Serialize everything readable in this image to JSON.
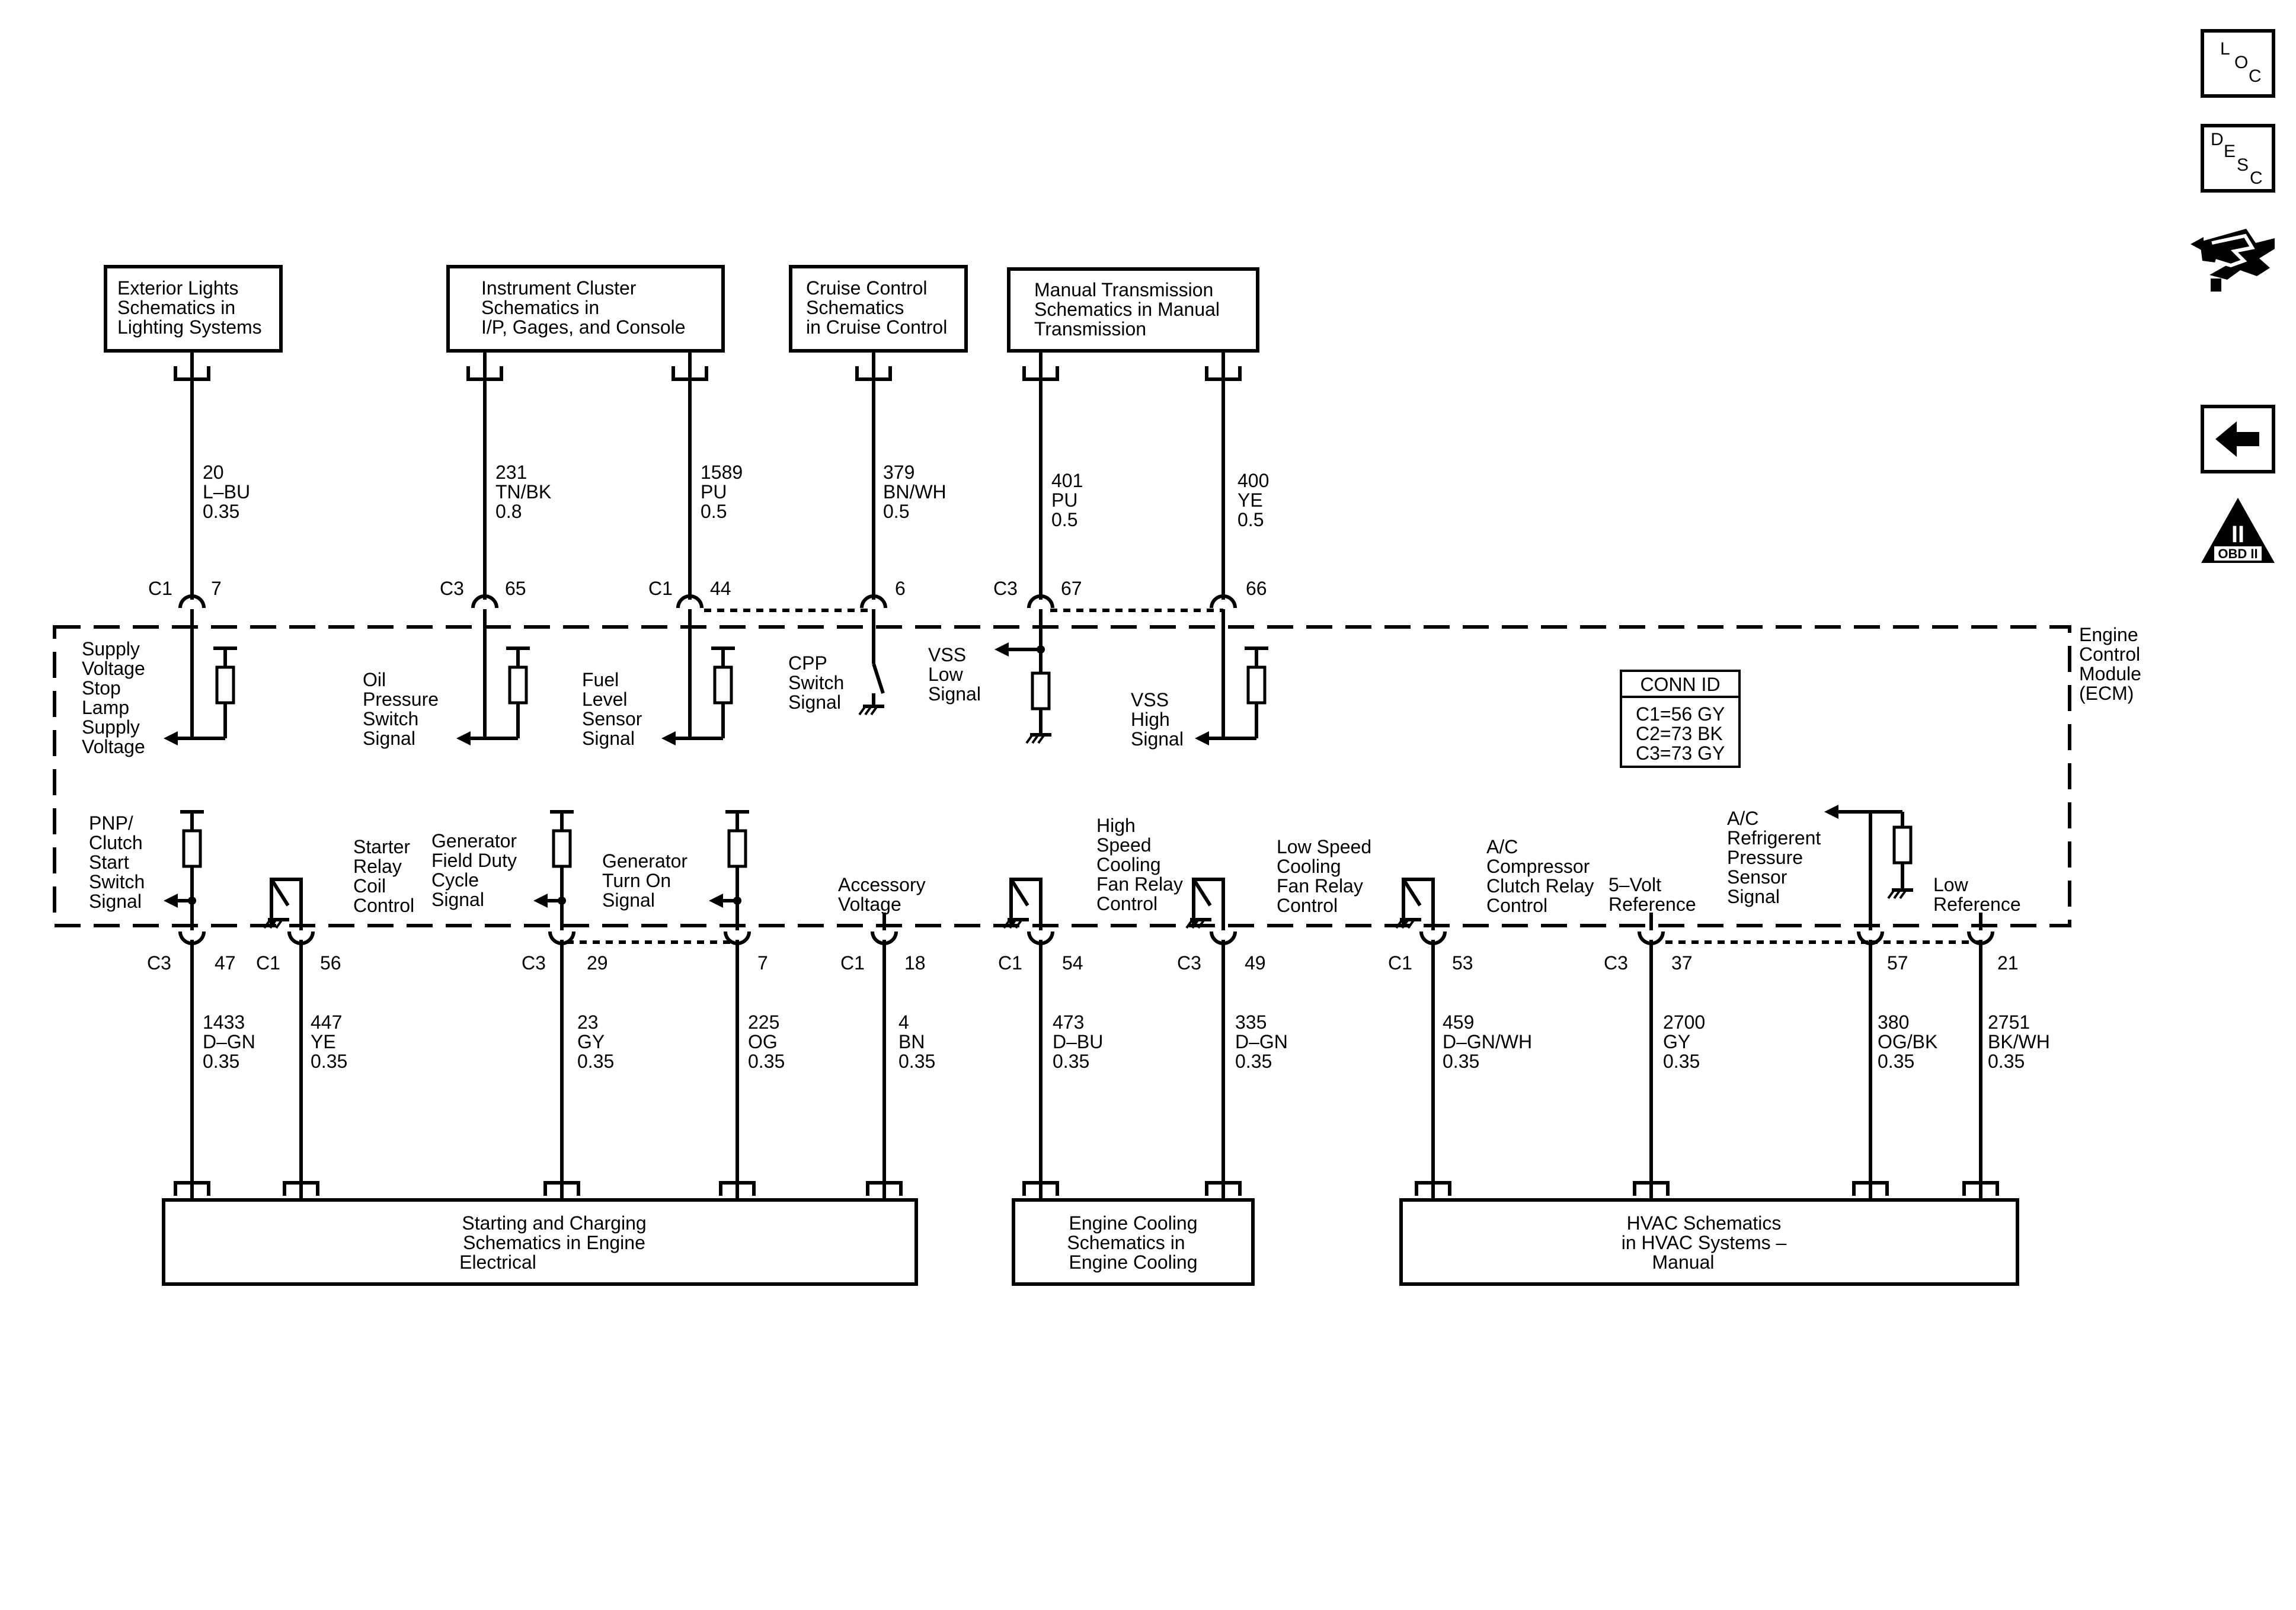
{
  "module": {
    "label": [
      "Engine",
      "Control",
      "Module",
      "(ECM)"
    ],
    "conn_id": {
      "title": "CONN ID",
      "lines": [
        "C1=56 GY",
        "C2=73 BK",
        "C3=73 GY"
      ]
    }
  },
  "top_boxes": [
    {
      "id": "ext",
      "lines": [
        "Exterior Lights",
        "Schematics in",
        "Lighting Systems"
      ]
    },
    {
      "id": "ic",
      "lines": [
        "Instrument Cluster",
        "Schematics in",
        "I/P, Gages, and Console"
      ]
    },
    {
      "id": "cc",
      "lines": [
        "Cruise Control",
        "Schematics",
        "in Cruise Control"
      ]
    },
    {
      "id": "mt",
      "lines": [
        "Manual Transmission",
        "Schematics in Manual",
        "Transmission"
      ]
    }
  ],
  "bottom_boxes": [
    {
      "id": "sc",
      "lines": [
        "Starting and Charging",
        "Schematics in Engine",
        "Electrical"
      ]
    },
    {
      "id": "ec",
      "lines": [
        "Engine Cooling",
        "Schematics in",
        "Engine Cooling"
      ]
    },
    {
      "id": "hv",
      "lines": [
        "HVAC Schematics",
        "in HVAC Systems –",
        "Manual"
      ]
    }
  ],
  "top_circuits": [
    {
      "connector": "C1",
      "pin": "7",
      "wire": [
        "20",
        "L–BU",
        "0.35"
      ],
      "signal": [
        "Supply",
        "Voltage",
        "Stop",
        "Lamp",
        "Supply",
        "Voltage"
      ]
    },
    {
      "connector": "C3",
      "pin": "65",
      "wire": [
        "231",
        "TN/BK",
        "0.8"
      ],
      "signal": [
        "Oil",
        "Pressure",
        "Switch",
        "Signal"
      ]
    },
    {
      "connector": "C1",
      "pin": "44",
      "wire": [
        "1589",
        "PU",
        "0.5"
      ],
      "signal": [
        "Fuel",
        "Level",
        "Sensor",
        "Signal"
      ]
    },
    {
      "connector": "",
      "pin": "6",
      "wire": [
        "379",
        "BN/WH",
        "0.5"
      ],
      "signal": [
        "CPP",
        "Switch",
        "Signal"
      ]
    },
    {
      "connector": "C3",
      "pin": "67",
      "wire": [
        "401",
        "PU",
        "0.5"
      ],
      "signal": [
        "VSS",
        "Low",
        "Signal"
      ]
    },
    {
      "connector": "",
      "pin": "66",
      "wire": [
        "400",
        "YE",
        "0.5"
      ],
      "signal": [
        "VSS",
        "High",
        "Signal"
      ]
    }
  ],
  "bottom_circuits": [
    {
      "connector": "C3",
      "pin": "47",
      "wire": [
        "1433",
        "D–GN",
        "0.35"
      ],
      "signal": [
        "PNP/",
        "Clutch",
        "Start",
        "Switch",
        "Signal"
      ]
    },
    {
      "connector": "C1",
      "pin": "56",
      "wire": [
        "447",
        "YE",
        "0.35"
      ],
      "signal": [
        "Starter",
        "Relay",
        "Coil",
        "Control"
      ]
    },
    {
      "connector": "C3",
      "pin": "29",
      "wire": [
        "23",
        "GY",
        "0.35"
      ],
      "signal": [
        "Generator",
        "Field Duty",
        "Cycle",
        "Signal"
      ]
    },
    {
      "connector": "",
      "pin": "7",
      "wire": [
        "225",
        "OG",
        "0.35"
      ],
      "signal": [
        "Generator",
        "Turn On",
        "Signal"
      ]
    },
    {
      "connector": "C1",
      "pin": "18",
      "wire": [
        "4",
        "BN",
        "0.35"
      ],
      "signal": [
        "Accessory",
        "Voltage"
      ]
    },
    {
      "connector": "C1",
      "pin": "54",
      "wire": [
        "473",
        "D–BU",
        "0.35"
      ],
      "signal": [
        "High",
        "Speed",
        "Cooling",
        "Fan Relay",
        "Control"
      ]
    },
    {
      "connector": "C3",
      "pin": "49",
      "wire": [
        "335",
        "D–GN",
        "0.35"
      ],
      "signal": [
        "Low Speed",
        "Cooling",
        "Fan Relay",
        "Control"
      ]
    },
    {
      "connector": "C1",
      "pin": "53",
      "wire": [
        "459",
        "D–GN/WH",
        "0.35"
      ],
      "signal": [
        "A/C",
        "Compressor",
        "Clutch Relay",
        "Control"
      ]
    },
    {
      "connector": "C3",
      "pin": "37",
      "wire": [
        "2700",
        "GY",
        "0.35"
      ],
      "signal": [
        "5–Volt",
        "Reference"
      ]
    },
    {
      "connector": "",
      "pin": "57",
      "wire": [
        "380",
        "OG/BK",
        "0.35"
      ],
      "signal": [
        "A/C",
        "Refrigerent",
        "Pressure",
        "Sensor",
        "Signal"
      ]
    },
    {
      "connector": "",
      "pin": "21",
      "wire": [
        "2751",
        "BK/WH",
        "0.35"
      ],
      "signal": [
        "Low",
        "Reference"
      ]
    }
  ],
  "side_icons": [
    {
      "id": "loc",
      "letters": [
        "L",
        "O",
        "C"
      ]
    },
    {
      "id": "desc",
      "letters": [
        "D",
        "E",
        "S",
        "C"
      ]
    },
    {
      "id": "obd",
      "text": "OBD II",
      "numeral": "II"
    }
  ]
}
